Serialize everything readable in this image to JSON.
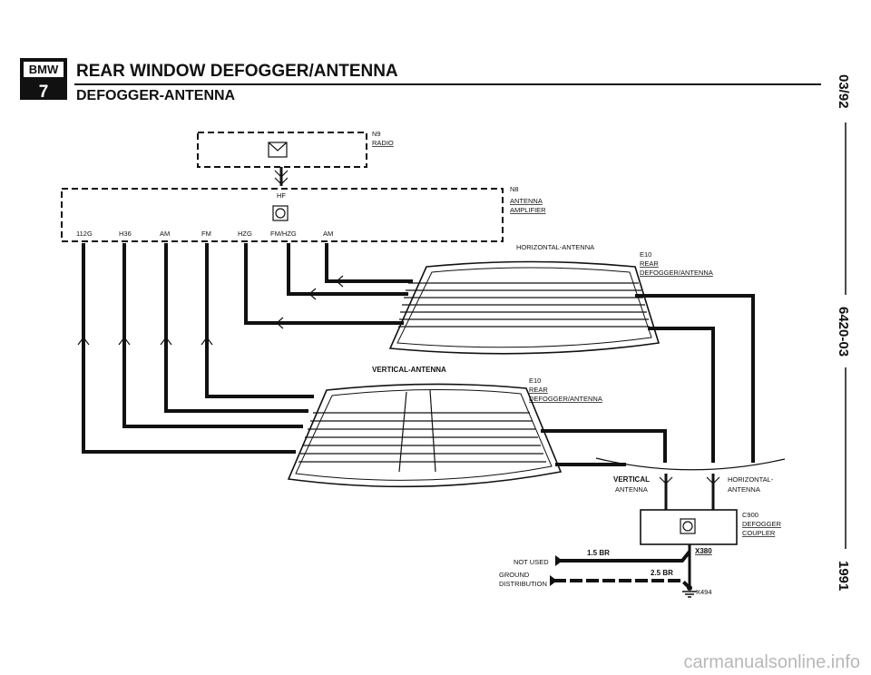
{
  "header": {
    "logo_top": "BMW",
    "logo_bottom": "7",
    "title": "REAR WINDOW DEFOGGER/ANTENNA",
    "subtitle": "DEFOGGER-ANTENNA"
  },
  "sidebar": {
    "date": "03/92",
    "section": "6420-03",
    "year": "1991"
  },
  "radio": {
    "code": "N9",
    "name": "RADIO"
  },
  "amplifier": {
    "code": "N8",
    "name_line1": "ANTENNA",
    "name_line2": "AMPLIFIER",
    "hf_label": "HF",
    "pins": [
      "112G",
      "H36",
      "AM",
      "FM",
      "HZG",
      "FM/HZG",
      "AM"
    ]
  },
  "horizontal_window": {
    "caption": "HORIZONTAL-ANTENNA",
    "code": "E10",
    "name_line1": "REAR",
    "name_line2": "DEFOGGER/ANTENNA"
  },
  "vertical_window": {
    "caption": "VERTICAL-ANTENNA",
    "code": "E10",
    "name_line1": "REAR",
    "name_line2": "DEFOGGER/ANTENNA"
  },
  "coupler": {
    "code": "C900",
    "name_line1": "DEFOGGER",
    "name_line2": "COUPLER",
    "left_line1": "VERTICAL",
    "left_line2": "ANTENNA",
    "right_line1": "HORIZONTAL-",
    "right_line2": "ANTENNA"
  },
  "ground": {
    "not_used": "NOT USED",
    "ground_line1": "GROUND",
    "ground_line2": "DISTRIBUTION",
    "wire1": "1.5 BR",
    "wire2": "2.5 BR",
    "conn1": "X380",
    "conn2": "X494"
  },
  "watermark": "carmanualsonline.info"
}
